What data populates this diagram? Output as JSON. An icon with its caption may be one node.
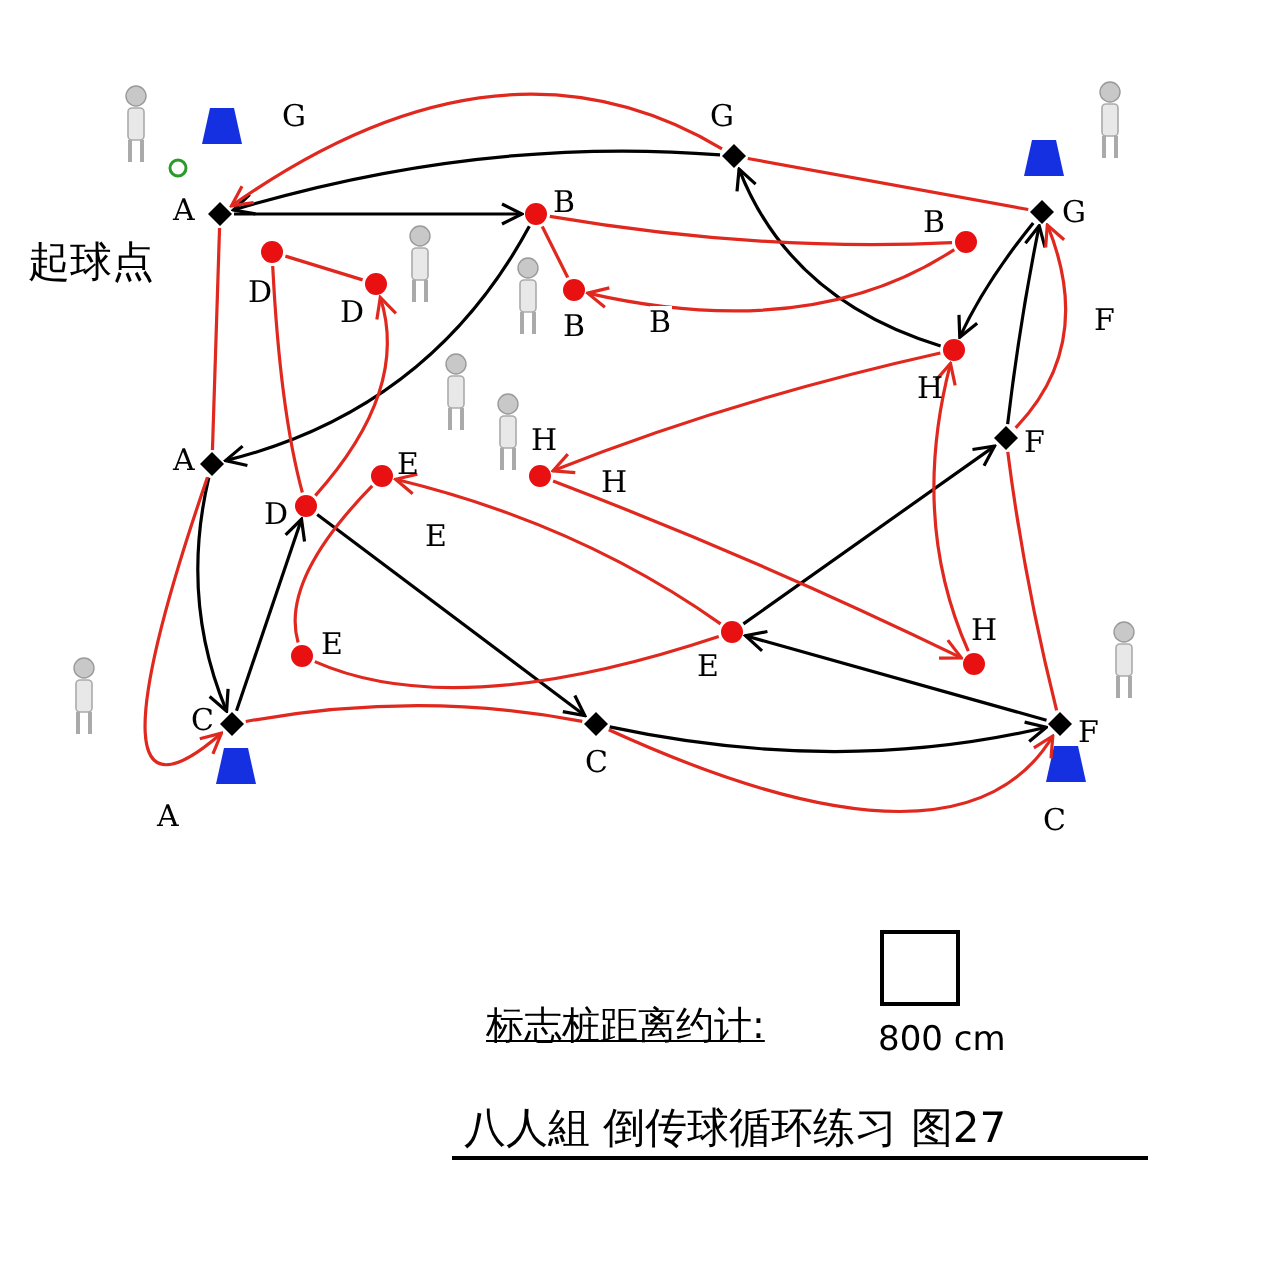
{
  "diagram": {
    "caption": "八人組 倒传球循环练习 图27",
    "nodes": [
      {
        "text": [
          "G"
        ]
      },
      {
        "text": [
          "A"
        ]
      },
      {
        "text": [
          "B"
        ]
      },
      {
        "text": [
          "G"
        ]
      },
      {
        "text": [
          "B"
        ]
      },
      {
        "text": [
          "D"
        ]
      },
      {
        "text": [
          "D"
        ]
      },
      {
        "text": [
          "B"
        ]
      },
      {
        "text": [
          "H"
        ]
      },
      {
        "text": [
          "F"
        ]
      },
      {
        "text": [
          "A"
        ]
      },
      {
        "text": [
          "E"
        ]
      },
      {
        "text": [
          "H"
        ]
      },
      {
        "text": [
          "D"
        ]
      },
      {
        "text": [
          "E"
        ]
      },
      {
        "text": [
          "E"
        ]
      },
      {
        "text": [
          "H"
        ]
      },
      {
        "text": [
          "C"
        ]
      },
      {
        "text": [
          "C"
        ]
      },
      {
        "text": [
          "F"
        ]
      }
    ],
    "edges": [
      {
        "from": 0,
        "to": 1,
        "arrow": "to",
        "color": "#000000"
      },
      {
        "from": 1,
        "to": 2,
        "arrow": "to",
        "color": "#000000"
      },
      {
        "from": 2,
        "to": 10,
        "arrow": "to",
        "color": "#000000"
      },
      {
        "from": 10,
        "to": 17,
        "arrow": "to",
        "color": "#000000"
      },
      {
        "from": 17,
        "to": 13,
        "arrow": "to",
        "color": "#000000"
      },
      {
        "from": 13,
        "to": 18,
        "arrow": "to",
        "color": "#000000"
      },
      {
        "from": 18,
        "to": 19,
        "arrow": "to",
        "color": "#000000"
      },
      {
        "from": 19,
        "to": 14,
        "arrow": "to",
        "color": "#000000"
      },
      {
        "from": 14,
        "to": 9,
        "arrow": "to",
        "color": "#000000"
      },
      {
        "from": 9,
        "to": 3,
        "arrow": "to",
        "color": "#000000"
      },
      {
        "from": 3,
        "to": 8,
        "arrow": "to",
        "color": "#000000"
      },
      {
        "from": 8,
        "to": 0,
        "arrow": "to",
        "color": "#000000"
      },
      {
        "from": 3,
        "to": 0,
        "arrow": "none"
      },
      {
        "from": 0,
        "to": 1,
        "arrow": "to",
        "label": "G"
      },
      {
        "from": 1,
        "to": 10,
        "arrow": "none"
      },
      {
        "from": 10,
        "to": 17,
        "arrow": "to",
        "label": "A"
      },
      {
        "from": 2,
        "to": 7,
        "arrow": "none"
      },
      {
        "from": 2,
        "to": 4,
        "arrow": "none"
      },
      {
        "from": 4,
        "to": 7,
        "arrow": "to",
        "label": "B"
      },
      {
        "from": 5,
        "to": 6,
        "arrow": "none"
      },
      {
        "from": 5,
        "to": 13,
        "arrow": "none"
      },
      {
        "from": 13,
        "to": 6,
        "arrow": "to"
      },
      {
        "from": 11,
        "to": 15,
        "arrow": "none"
      },
      {
        "from": 15,
        "to": 14,
        "arrow": "none"
      },
      {
        "from": 14,
        "to": 11,
        "arrow": "to",
        "label": "E"
      },
      {
        "from": 12,
        "to": 16,
        "arrow": "to"
      },
      {
        "from": 16,
        "to": 8,
        "arrow": "to"
      },
      {
        "from": 8,
        "to": 12,
        "arrow": "to",
        "label": "H"
      },
      {
        "from": 19,
        "to": 9,
        "arrow": "none"
      },
      {
        "from": 9,
        "to": 3,
        "arrow": "to",
        "label": "F"
      },
      {
        "from": 17,
        "to": 18,
        "arrow": "none"
      },
      {
        "from": 18,
        "to": 19,
        "arrow": "to",
        "label": "C"
      }
    ],
    "labels": [
      "起球点",
      "标志桩距离约计:",
      "800 cm"
    ]
  }
}
